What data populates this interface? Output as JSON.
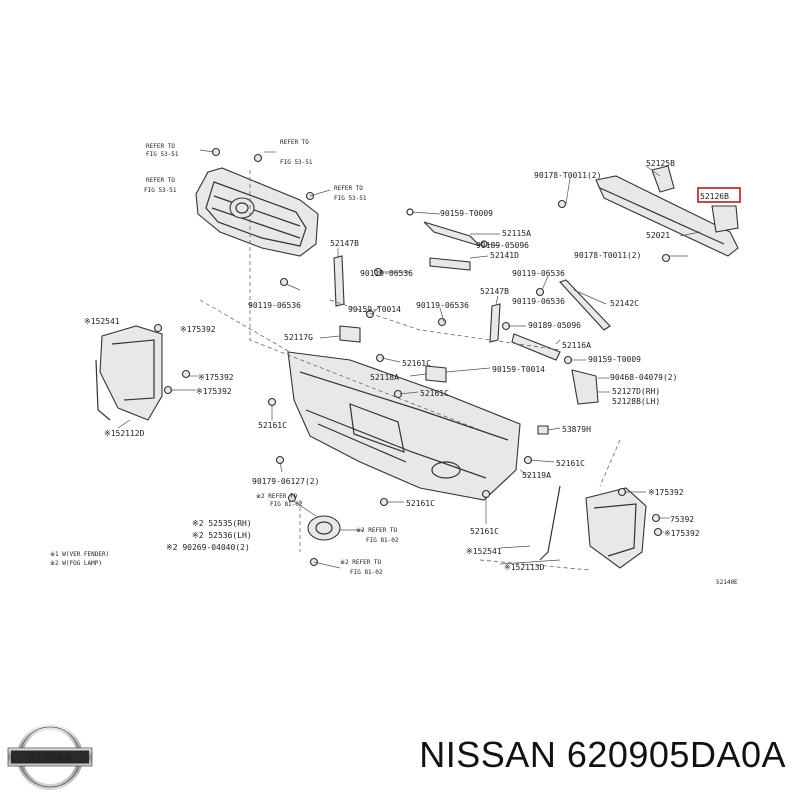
{
  "diagram": {
    "labels": [
      {
        "id": "ref1",
        "text": "REFER TO"
      },
      {
        "id": "ref1b",
        "text": "FIG 53-51"
      },
      {
        "id": "ref2",
        "text": "REFER TO"
      },
      {
        "id": "ref2b",
        "text": "FIG 53-51"
      },
      {
        "id": "ref3",
        "text": "REFER TO"
      },
      {
        "id": "ref3b",
        "text": "FIG 53-51"
      },
      {
        "id": "ref4",
        "text": "REFER TO"
      },
      {
        "id": "ref4b",
        "text": "FIG 53-51"
      },
      {
        "id": "p52125B",
        "text": "52125B"
      },
      {
        "id": "p90178a",
        "text": "90178-T0011(2)"
      },
      {
        "id": "p52126",
        "text": "52126B"
      },
      {
        "id": "p90159a",
        "text": "90159-T0009"
      },
      {
        "id": "p52115A",
        "text": "52115A"
      },
      {
        "id": "p52021",
        "text": "52021"
      },
      {
        "id": "p52147Ba",
        "text": "52147B"
      },
      {
        "id": "p90189a",
        "text": "90189-05096"
      },
      {
        "id": "p52141D",
        "text": "52141D"
      },
      {
        "id": "p90178b",
        "text": "90178-T0011(2)"
      },
      {
        "id": "p90119a",
        "text": "90119-06536"
      },
      {
        "id": "p90119b",
        "text": "90119-06536"
      },
      {
        "id": "p90119c",
        "text": "90119-06536"
      },
      {
        "id": "p52147Bb",
        "text": "52147B"
      },
      {
        "id": "p52142C",
        "text": "52142C"
      },
      {
        "id": "p90119d",
        "text": "90119-06536"
      },
      {
        "id": "p90159b",
        "text": "90159-T0014"
      },
      {
        "id": "p90119e",
        "text": "90119-06536"
      },
      {
        "id": "p52541a",
        "text": "※152541"
      },
      {
        "id": "p175392a",
        "text": "※175392"
      },
      {
        "id": "p52117G",
        "text": "52117G"
      },
      {
        "id": "p90189b",
        "text": "90189-05096"
      },
      {
        "id": "p52116A",
        "text": "52116A"
      },
      {
        "id": "p52161Ca",
        "text": "52161C"
      },
      {
        "id": "p90159c",
        "text": "90159-T0009"
      },
      {
        "id": "p52118A",
        "text": "52118A"
      },
      {
        "id": "p90159d",
        "text": "90159-T0014"
      },
      {
        "id": "p90468",
        "text": "90468-04079(2)"
      },
      {
        "id": "p175392b",
        "text": "※175392"
      },
      {
        "id": "p175392c",
        "text": "※175392"
      },
      {
        "id": "p52161Cb",
        "text": "52161C"
      },
      {
        "id": "p52127D",
        "text": "52127D(RH)"
      },
      {
        "id": "p52128B",
        "text": "52128B(LH)"
      },
      {
        "id": "p52161Cc",
        "text": "52161C"
      },
      {
        "id": "p53879H",
        "text": "53879H"
      },
      {
        "id": "p52112D",
        "text": "※152112D"
      },
      {
        "id": "p52161Cd",
        "text": "52161C"
      },
      {
        "id": "p90179",
        "text": "90179-06127(2)"
      },
      {
        "id": "p52119A",
        "text": "52119A"
      },
      {
        "id": "ref5",
        "text": "※2 REFER TO"
      },
      {
        "id": "ref5b",
        "text": "FIG 81-02"
      },
      {
        "id": "p175392d",
        "text": "※175392"
      },
      {
        "id": "p52161Ce",
        "text": "52161C"
      },
      {
        "id": "p52535",
        "text": "※2 52535(RH)"
      },
      {
        "id": "p52536",
        "text": "※2 52536(LH)"
      },
      {
        "id": "ref6",
        "text": "※2 REFER TO"
      },
      {
        "id": "ref6b",
        "text": "FIG 81-02"
      },
      {
        "id": "p75392e",
        "text": "75392"
      },
      {
        "id": "p90269",
        "text": "※2 90269-04040(2)"
      },
      {
        "id": "p175392f",
        "text": "※175392"
      },
      {
        "id": "p52161Cf",
        "text": "52161C"
      },
      {
        "id": "ref7",
        "text": "※2 REFER TO"
      },
      {
        "id": "ref7b",
        "text": "FIG 81-02"
      },
      {
        "id": "p52541b",
        "text": "※152541"
      },
      {
        "id": "p52113D",
        "text": "※152113D"
      },
      {
        "id": "note1",
        "text": "※1 W(VER FENDER)"
      },
      {
        "id": "note2",
        "text": "※2 W(FOG LAMP)"
      },
      {
        "id": "figno",
        "text": "52140E"
      }
    ]
  },
  "brand": {
    "logo_text": "NISSAN"
  },
  "caption": "NISSAN 620905DA0A"
}
